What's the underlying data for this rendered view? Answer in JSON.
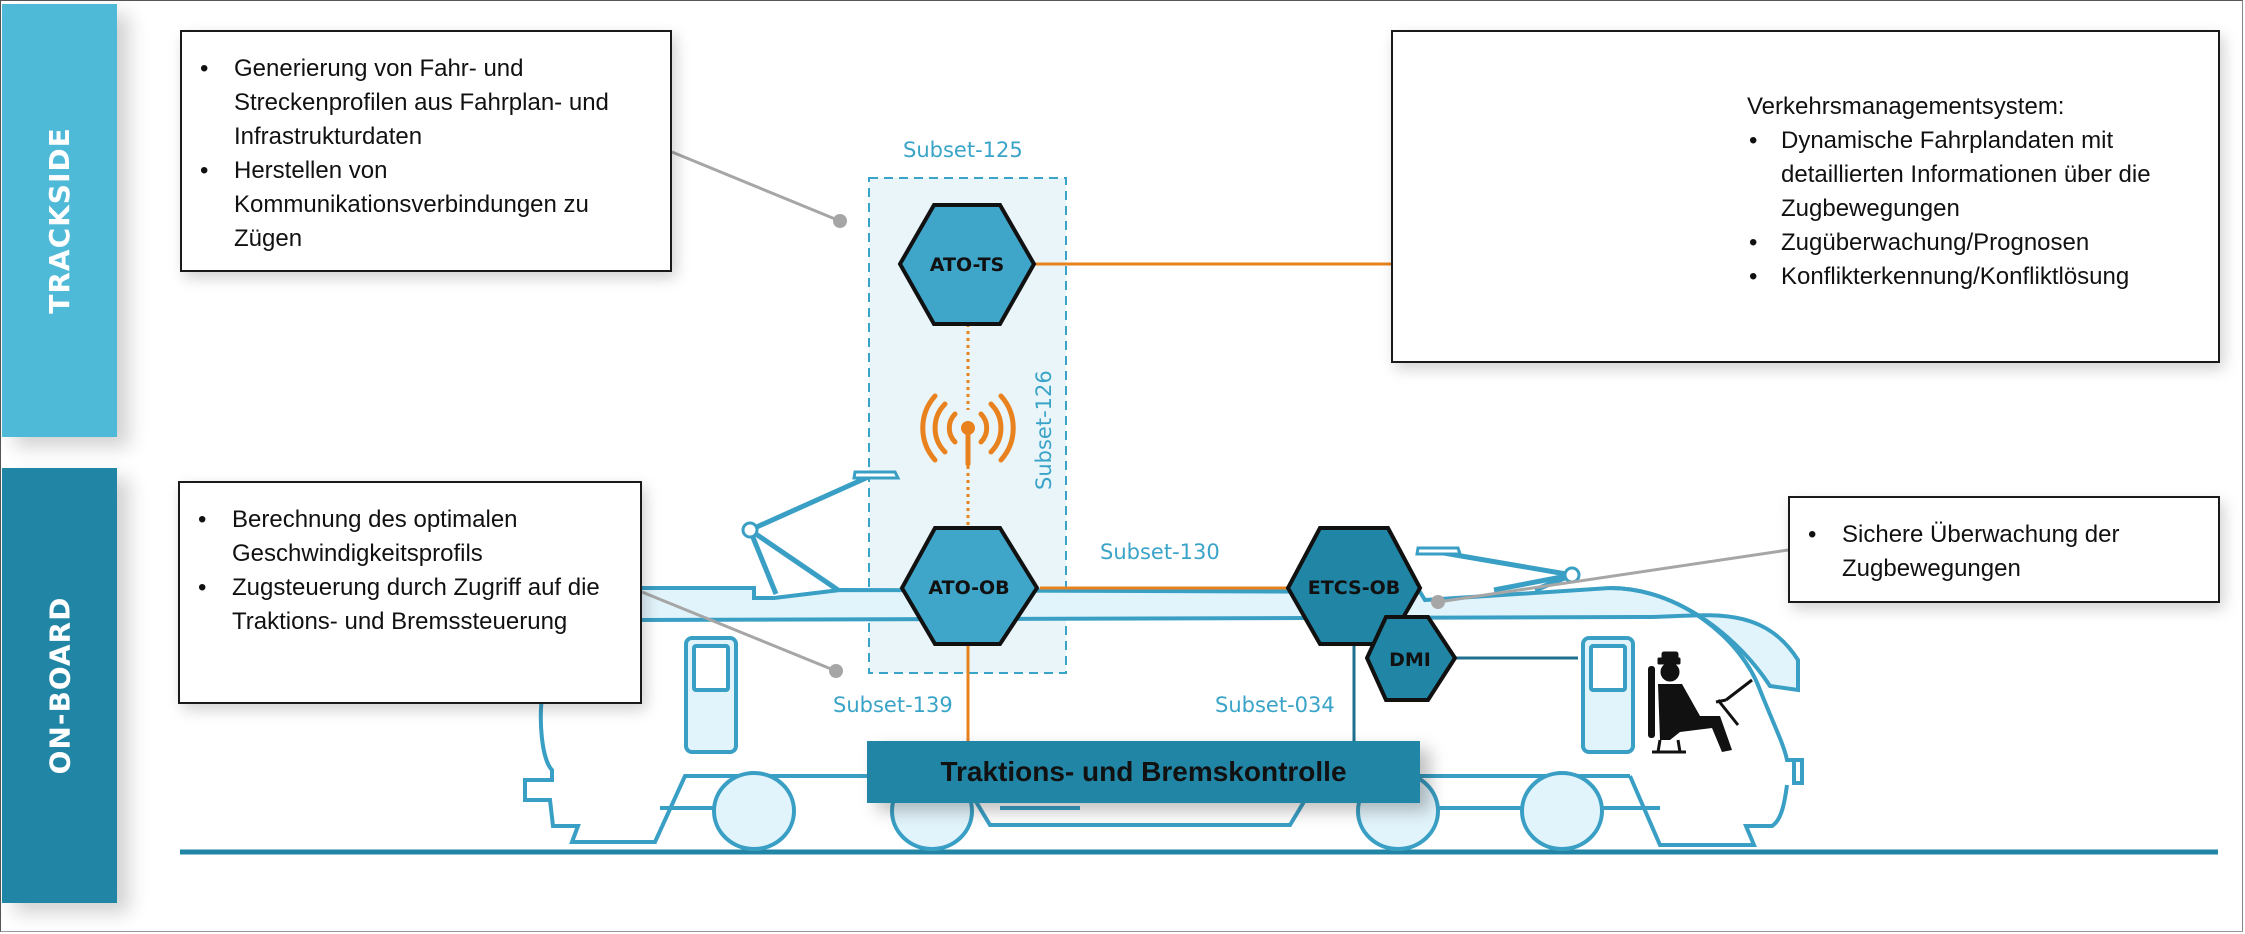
{
  "sections": {
    "trackside": "TRACKSIDE",
    "onboard": "ON-BOARD"
  },
  "callouts": {
    "ato_ts": {
      "items": [
        "Generierung von Fahr- und Streckenprofilen aus Fahrplan- und Infrastrukturdaten",
        "Herstellen von Kommunikationsverbindungen zu Zügen"
      ]
    },
    "ato_ob": {
      "items": [
        "Berechnung des optimalen Geschwindigkeitsprofils",
        "Zugsteuerung durch Zugriff auf die Traktions- und Bremssteuerung"
      ]
    },
    "tms": {
      "title": "Verkehrsmanagementsystem:",
      "items": [
        "Dynamische Fahrplandaten mit detaillierten Informationen über die Zugbewegungen",
        "Zugüberwachung/Prognosen",
        "Konflikterkennung/Konfliktlösung"
      ]
    },
    "etcs_ob": {
      "items": [
        "Sichere Überwachung der Zugbewegungen"
      ]
    }
  },
  "nodes": {
    "ato_ts": "ATO-TS",
    "ato_ob": "ATO-OB",
    "etcs_ob": "ETCS-OB",
    "dmi": "DMI"
  },
  "interfaces": {
    "subset_125": "Subset-125",
    "subset_126": "Subset-126",
    "subset_130": "Subset-130",
    "subset_139": "Subset-139",
    "subset_034": "Subset-034"
  },
  "traction_box": "Traktions- und Bremskontrolle",
  "icons": {
    "control_center": "control-room-operator-icon",
    "radio": "radio-antenna-icon",
    "driver": "train-driver-icon"
  },
  "colors": {
    "trackside": "#4fbad8",
    "onboard": "#2185a5",
    "ato_hex": "#3fa6c9",
    "etcs_hex": "#2185a5",
    "orange_link": "#e8821e",
    "train_outline": "#3a9fc4",
    "train_fill": "#e2f4fb",
    "label_blue": "#3aa3c8",
    "connector_gray": "#a6a6a6",
    "icon_teal": "#4a8fa0"
  }
}
